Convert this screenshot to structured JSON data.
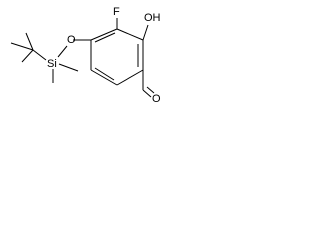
{
  "molecule": {
    "atoms": {
      "hydroxyl": "OH",
      "fluorine": "F",
      "ether_oxygen": "O",
      "silicon": "Si",
      "aldehyde_oxygen": "O"
    }
  }
}
